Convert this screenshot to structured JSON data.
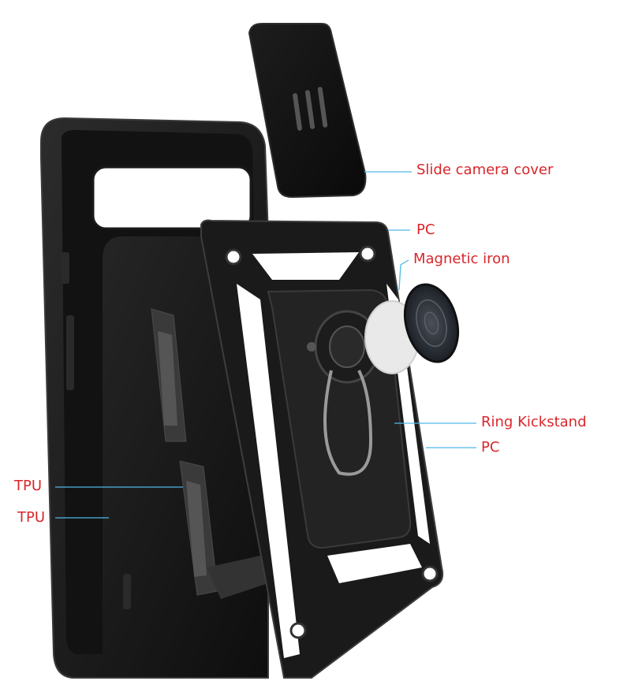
{
  "colors": {
    "label_text": "#d9262b",
    "leader_line": "#4fb7e6",
    "case_black": "#141414",
    "case_dark": "#262626",
    "case_edge": "#3a3a3a",
    "background": "#ffffff"
  },
  "labels": {
    "slide_camera_cover": "Slide camera cover",
    "pc_top": "PC",
    "magnetic_iron": "Magnetic iron",
    "ring_kickstand": "Ring Kickstand",
    "pc_bottom": "PC",
    "tpu_upper": "TPU",
    "tpu_lower": "TPU"
  }
}
